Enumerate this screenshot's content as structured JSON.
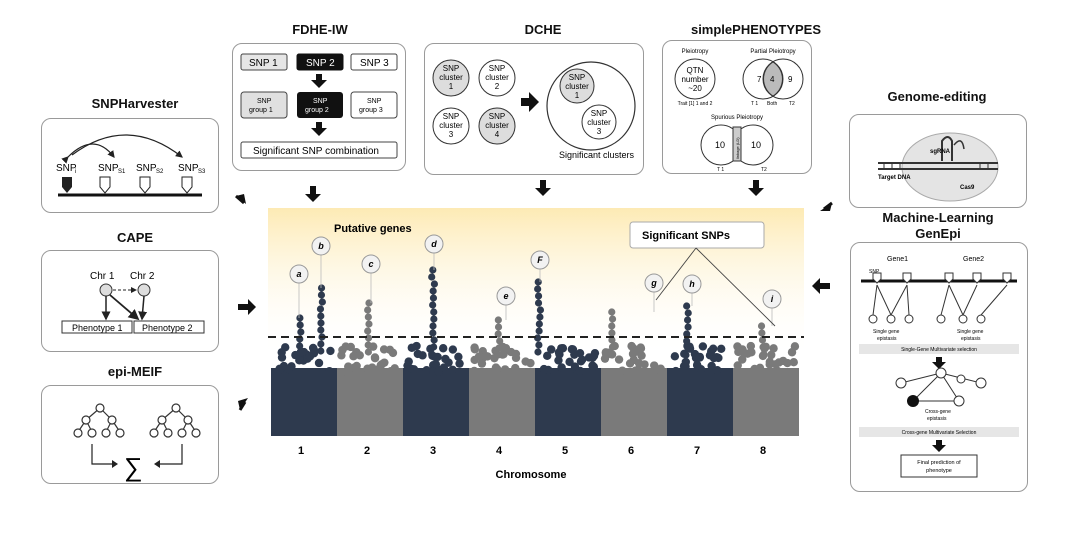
{
  "sections": {
    "snpharvester": {
      "title": "SNPHarvester",
      "snps": [
        "SNP",
        "i",
        "SNP",
        "S1",
        "SNP",
        "S2",
        "SNP",
        "S3"
      ]
    },
    "cape": {
      "title": "CAPE",
      "chr1": "Chr 1",
      "chr2": "Chr 2",
      "pheno1": "Phenotype 1",
      "pheno2": "Phenotype 2"
    },
    "epimeif": {
      "title": "epi-MEIF",
      "sum_symbol": "∑"
    },
    "fdhe": {
      "title": "FDHE-IW",
      "snp1": "SNP 1",
      "snp2": "SNP 2",
      "snp3": "SNP 3",
      "g1a": "SNP",
      "g1b": "group 1",
      "g2a": "SNP",
      "g2b": "group 2",
      "g3a": "SNP",
      "g3b": "group 3",
      "result": "Significant SNP combination"
    },
    "dche": {
      "title": "DCHE",
      "clusters": [
        {
          "a": "SNP",
          "b": "cluster",
          "c": "1"
        },
        {
          "a": "SNP",
          "b": "cluster",
          "c": "2"
        },
        {
          "a": "SNP",
          "b": "cluster",
          "c": "3"
        },
        {
          "a": "SNP",
          "b": "cluster",
          "c": "4"
        }
      ],
      "big1": {
        "a": "SNP",
        "b": "cluster",
        "c": "1"
      },
      "big3": {
        "a": "SNP",
        "b": "cluster",
        "c": "3"
      },
      "caption": "Significant clusters"
    },
    "simplepheno": {
      "title": "simplePHENOTYPES",
      "pleiotropy": "Pleiotropy",
      "qtn1": "QTN",
      "qtn2": "number",
      "qtn3": "~20",
      "trait_label": "Trait [1] 1 and 2",
      "partial": "Partial Pleiotropy",
      "p7": "7",
      "p4": "4",
      "p9": "9",
      "t1": "T 1",
      "both": "Both",
      "t2": "T2",
      "spurious": "Spurious Pleiotropy",
      "s10a": "10",
      "s10b": "10",
      "ld": "linkage (LD)",
      "st1": "T 1",
      "st2": "T2"
    },
    "genome": {
      "title": "Genome-editing",
      "sgrna": "sgRNA",
      "target": "Target DNA",
      "cas9": "Cas9"
    },
    "ml": {
      "title1": "Machine-Learning",
      "title2": "GenEpi",
      "gene1": "Gene1",
      "gene2": "Gene2",
      "snp": "SNP",
      "single1a": "Single gene",
      "single1b": "epistasis",
      "single2a": "Single gene",
      "single2b": "epistasis",
      "sel1": "Single-Gene Multivariate selection",
      "cross1": "Cross-gene",
      "cross2": "epistasis",
      "sel2": "Cross-gene Multivariate Selection",
      "final1": "Final prediction of",
      "final2": "phenotype"
    }
  },
  "manhattan": {
    "putative_label": "Putative genes",
    "significant_label": "Significant SNPs",
    "xlabel": "Chromosome",
    "chromosomes": [
      "1",
      "2",
      "3",
      "4",
      "5",
      "6",
      "7",
      "8"
    ],
    "gene_labels": [
      "a",
      "b",
      "c",
      "d",
      "e",
      "F",
      "g",
      "h",
      "i"
    ],
    "colors": {
      "dark": "#2e3a4e",
      "gray": "#7a7a7a",
      "glow": "#fdeec0"
    }
  }
}
